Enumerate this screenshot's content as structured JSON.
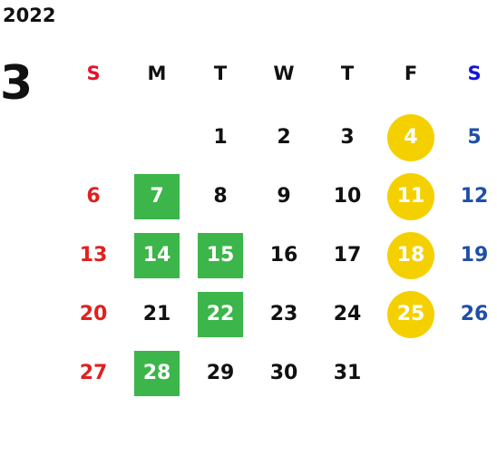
{
  "year": "2022",
  "month": "3",
  "weekdays": [
    "S",
    "M",
    "T",
    "W",
    "T",
    "F",
    "S"
  ],
  "colors": {
    "sunday": "#e02020",
    "saturday": "#1f4fa8",
    "weekday": "#111111",
    "green_highlight": "#3cb54a",
    "yellow_highlight": "#f5d000"
  },
  "weeks": [
    [
      {
        "day": ""
      },
      {
        "day": ""
      },
      {
        "day": "1"
      },
      {
        "day": "2"
      },
      {
        "day": "3"
      },
      {
        "day": "4",
        "highlight": "yellow-circle"
      },
      {
        "day": "5"
      }
    ],
    [
      {
        "day": "6"
      },
      {
        "day": "7",
        "highlight": "green-square"
      },
      {
        "day": "8"
      },
      {
        "day": "9"
      },
      {
        "day": "10"
      },
      {
        "day": "11",
        "highlight": "yellow-circle"
      },
      {
        "day": "12"
      }
    ],
    [
      {
        "day": "13"
      },
      {
        "day": "14",
        "highlight": "green-square"
      },
      {
        "day": "15",
        "highlight": "green-square"
      },
      {
        "day": "16"
      },
      {
        "day": "17"
      },
      {
        "day": "18",
        "highlight": "yellow-circle"
      },
      {
        "day": "19"
      }
    ],
    [
      {
        "day": "20"
      },
      {
        "day": "21"
      },
      {
        "day": "22",
        "highlight": "green-square"
      },
      {
        "day": "23"
      },
      {
        "day": "24"
      },
      {
        "day": "25",
        "highlight": "yellow-circle"
      },
      {
        "day": "26"
      }
    ],
    [
      {
        "day": "27"
      },
      {
        "day": "28",
        "highlight": "green-square"
      },
      {
        "day": "29"
      },
      {
        "day": "30"
      },
      {
        "day": "31"
      },
      {
        "day": ""
      },
      {
        "day": ""
      }
    ]
  ]
}
